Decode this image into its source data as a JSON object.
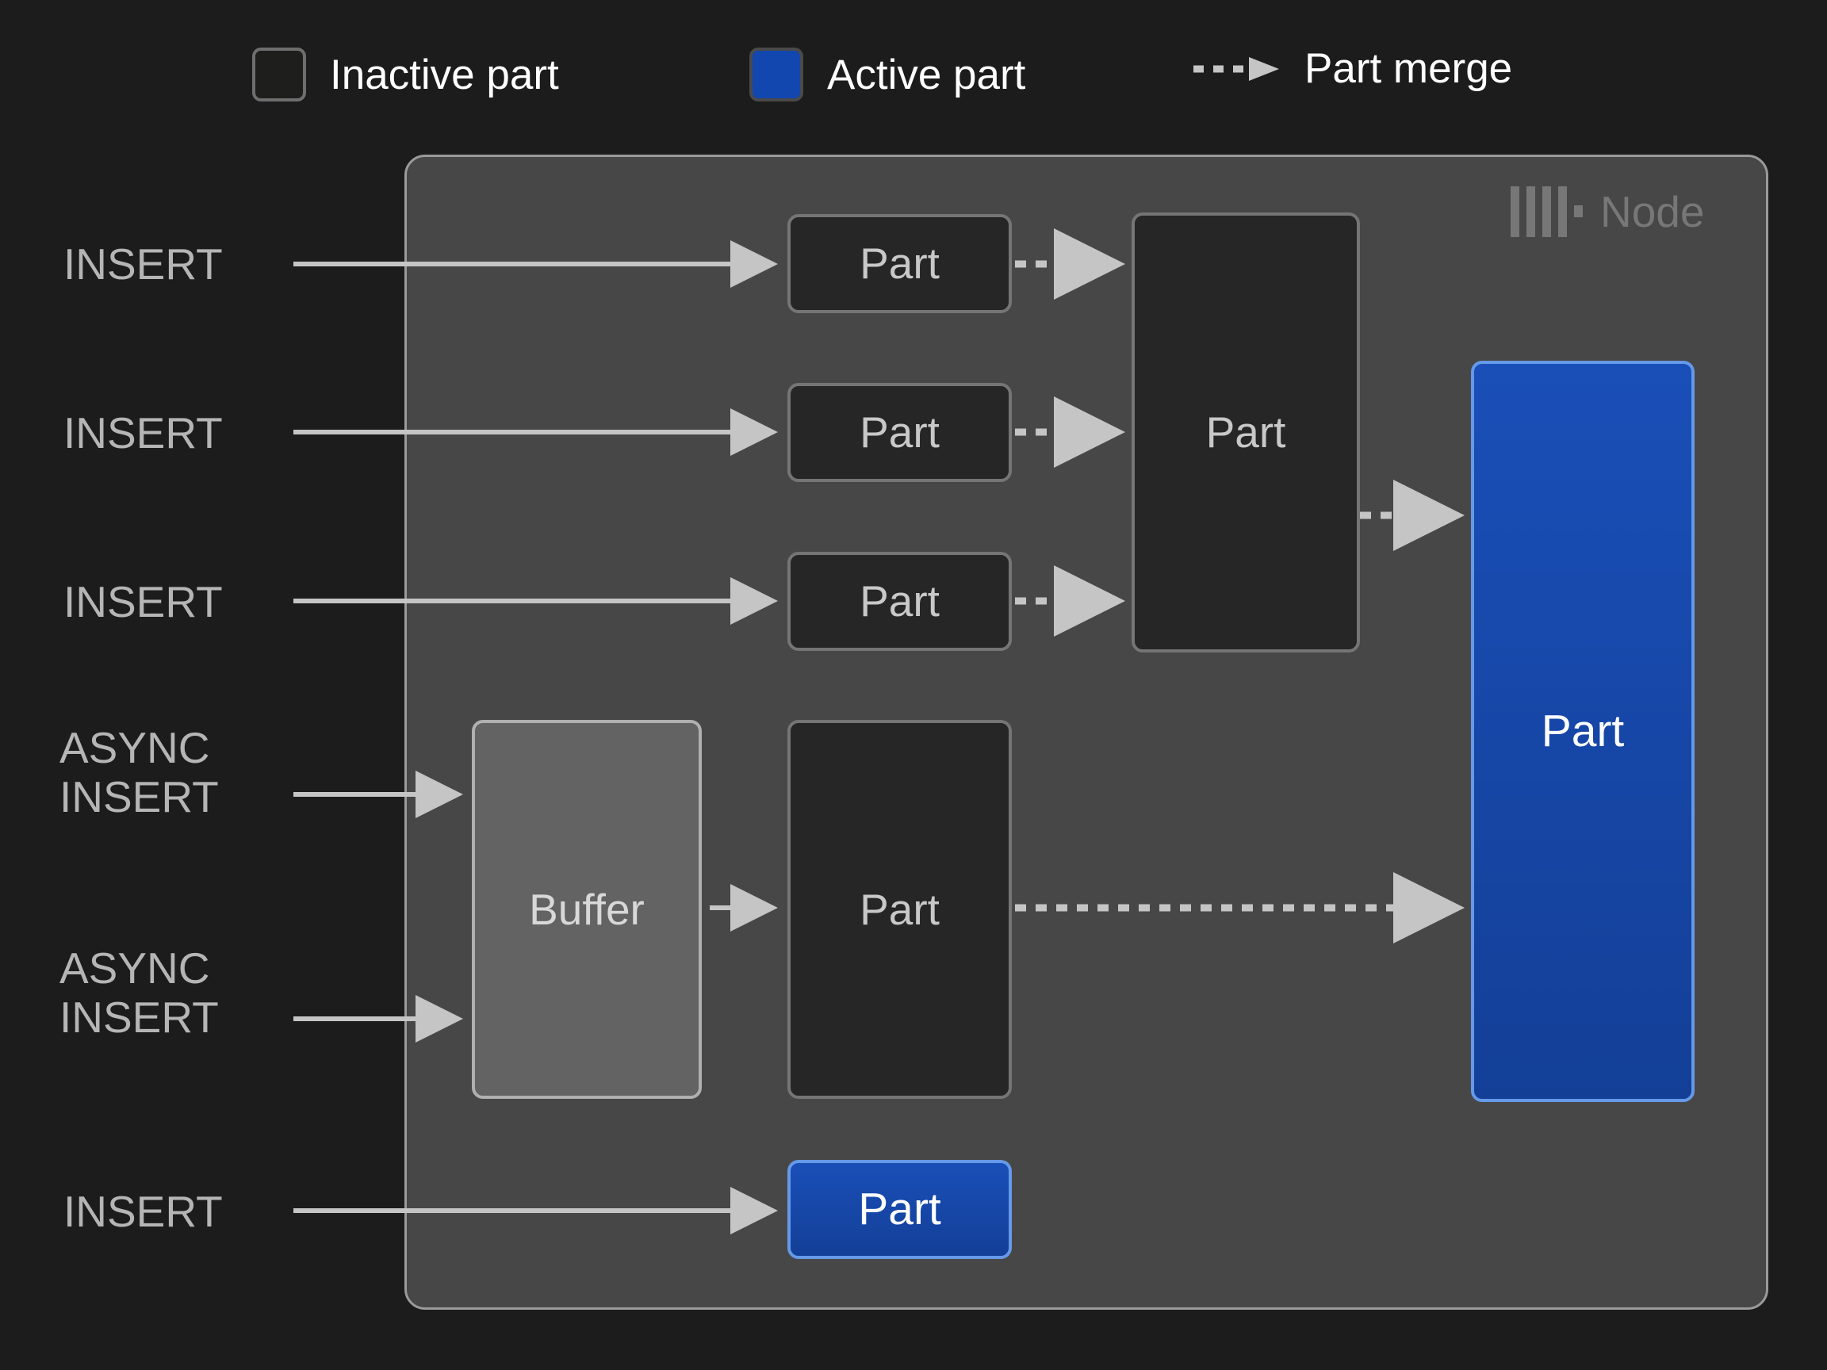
{
  "legend": {
    "items": [
      {
        "icon": "inactive-part-swatch",
        "label": "Inactive part"
      },
      {
        "icon": "active-part-swatch",
        "label": "Active part"
      },
      {
        "icon": "part-merge-arrow",
        "label": "Part merge"
      }
    ]
  },
  "node": {
    "logo_icon": "clickhouse-logo-icon",
    "name": "Node"
  },
  "flows": [
    {
      "label": "INSERT"
    },
    {
      "label": "INSERT"
    },
    {
      "label": "INSERT"
    },
    {
      "label": "ASYNC\nINSERT"
    },
    {
      "label": "ASYNC\nINSERT"
    },
    {
      "label": "INSERT"
    }
  ],
  "boxes": {
    "part_1": "Part",
    "part_2": "Part",
    "part_3": "Part",
    "merged_part": "Part",
    "buffer": "Buffer",
    "buffer_part": "Part",
    "final_active_part": "Part",
    "direct_active_part": "Part"
  },
  "colors": {
    "background": "#1c1c1c",
    "node_fill": "#474747",
    "node_border": "#9a9a9a",
    "inactive_fill": "#262626",
    "inactive_border": "#757575",
    "active_fill": "#1247b0",
    "active_border": "#6699e8",
    "buffer_fill": "#636363",
    "buffer_border": "#b0b0b0",
    "arrow": "#c5c5c5",
    "label_text": "#b5b5b5",
    "node_text": "#777777"
  }
}
